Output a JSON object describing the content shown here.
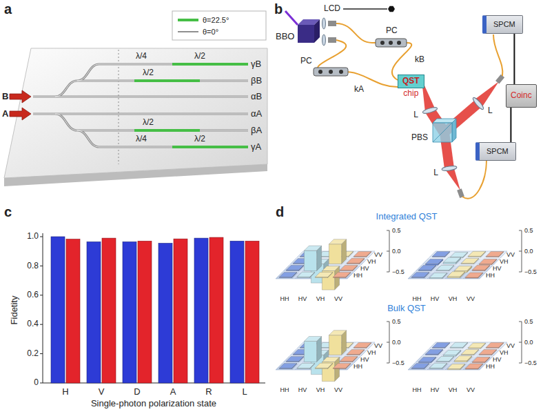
{
  "diagram": {
    "nodes": [
      {
        "text": [
          "SPCM"
        ]
      },
      {
        "text": [
          "QST",
          "chip"
        ]
      },
      {
        "text": [
          "Coinc"
        ]
      },
      {
        "text": [
          "SPCM"
        ]
      }
    ],
    "edges": [
      {
        "from": 0,
        "to": 2,
        "arrow": "none"
      },
      {
        "from": 3,
        "to": 2,
        "arrow": "none"
      }
    ],
    "labels": [
      "a",
      "b",
      "c",
      "d",
      "B",
      "A",
      "λ/4",
      "λ/2",
      "λ/2",
      "λ/2",
      "λ/4",
      "λ/2",
      "γB",
      "βB",
      "αB",
      "αA",
      "βA",
      "γA",
      "BBO",
      "LCD",
      "PC",
      "PC",
      "kA",
      "kB",
      "L",
      "L",
      "L",
      "PBS",
      "1.0",
      "0.8",
      "0.6",
      "0.4",
      "0.2",
      "0",
      "Fidetity",
      "H",
      "V",
      "D",
      "A",
      "R",
      "L",
      "Single-photon polarization state",
      "Integrated QST",
      "Bulk QST",
      "0.5",
      "0.0",
      "−0.5",
      "HH",
      "HV",
      "VH",
      "VV",
      "VV",
      "VH",
      "HV",
      "HH",
      "0.5",
      "0.0",
      "−0.5",
      "HH",
      "HV",
      "VH",
      "VV",
      "VV",
      "VH",
      "HV",
      "HH",
      "0.5",
      "0.0",
      "−0.5",
      "HH",
      "HV",
      "VH",
      "VV",
      "VV",
      "VH",
      "HV",
      "HH",
      "0.5",
      "0.0",
      "−0.5",
      "HH",
      "HV",
      "VH",
      "VV",
      "VV",
      "VH",
      "HV",
      "HH"
    ],
    "legend": [
      {
        "text": "θ=22.5°"
      },
      {
        "text": "θ=0°"
      }
    ]
  }
}
